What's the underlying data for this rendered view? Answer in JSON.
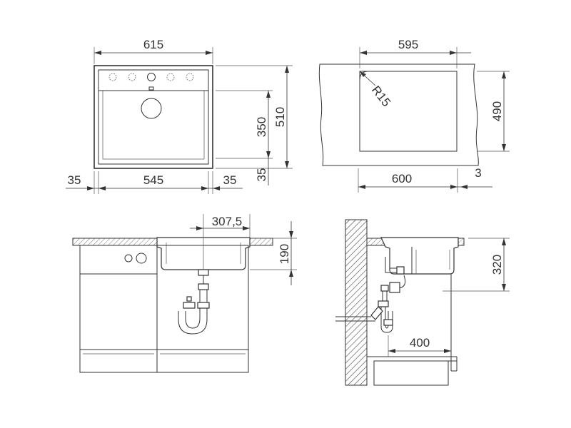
{
  "top_view": {
    "width_overall": "615",
    "width_inner": "545",
    "margin_left": "35",
    "margin_right": "35",
    "depth_overall": "510",
    "depth_inner": "350",
    "depth_margin": "35"
  },
  "cutout_view": {
    "width_top": "595",
    "width_bottom": "600",
    "corner_radius": "R15",
    "depth": "490",
    "offset": "3"
  },
  "side_view_front": {
    "drain_offset": "307,5",
    "bowl_depth": "190"
  },
  "side_view_section": {
    "height": "320",
    "distance": "400"
  }
}
